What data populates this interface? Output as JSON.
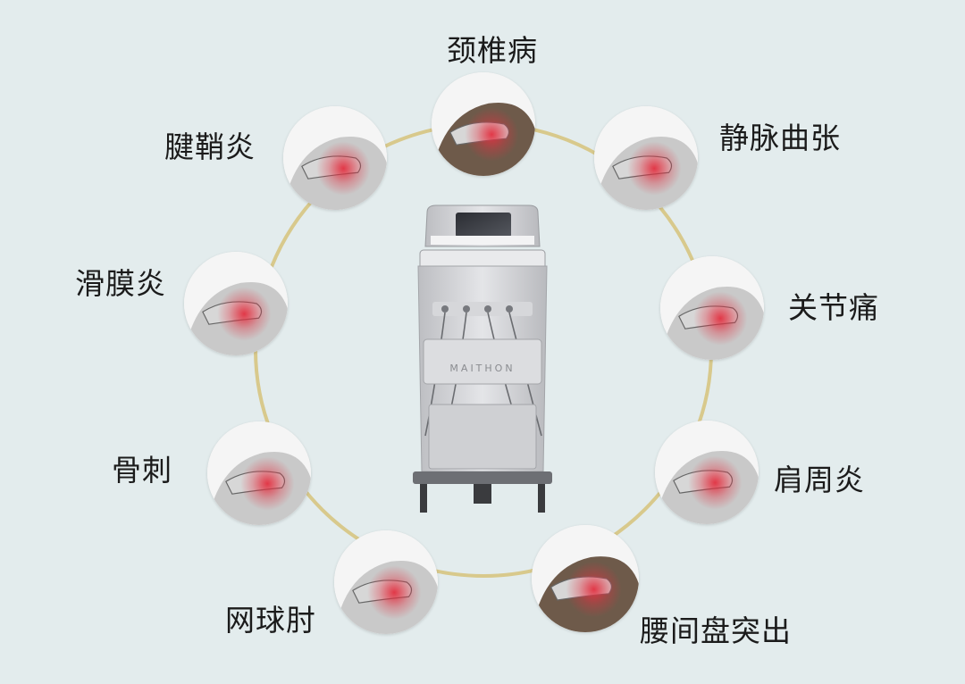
{
  "center": {
    "brand": "MAITHON"
  },
  "conditions": [
    {
      "id": "cervical",
      "label": "颈椎病",
      "icon": "neck-pain"
    },
    {
      "id": "varicose",
      "label": "静脉曲张",
      "icon": "leg-pain"
    },
    {
      "id": "joint",
      "label": "关节痛",
      "icon": "knee-pain"
    },
    {
      "id": "shoulder",
      "label": "肩周炎",
      "icon": "shoulder-pain"
    },
    {
      "id": "lumbar",
      "label": "腰间盘突出",
      "icon": "lower-back-pain"
    },
    {
      "id": "elbow",
      "label": "网球肘",
      "icon": "elbow-pain"
    },
    {
      "id": "spur",
      "label": "骨刺",
      "icon": "spine-pain"
    },
    {
      "id": "synovitis",
      "label": "滑膜炎",
      "icon": "hip-pain"
    },
    {
      "id": "tendon",
      "label": "腱鞘炎",
      "icon": "wrist-pain"
    }
  ],
  "colors": {
    "background": "#e3eced",
    "ring": "#d8c98c",
    "pain_glow": "#e23040",
    "skin": "#c9c9c9"
  }
}
